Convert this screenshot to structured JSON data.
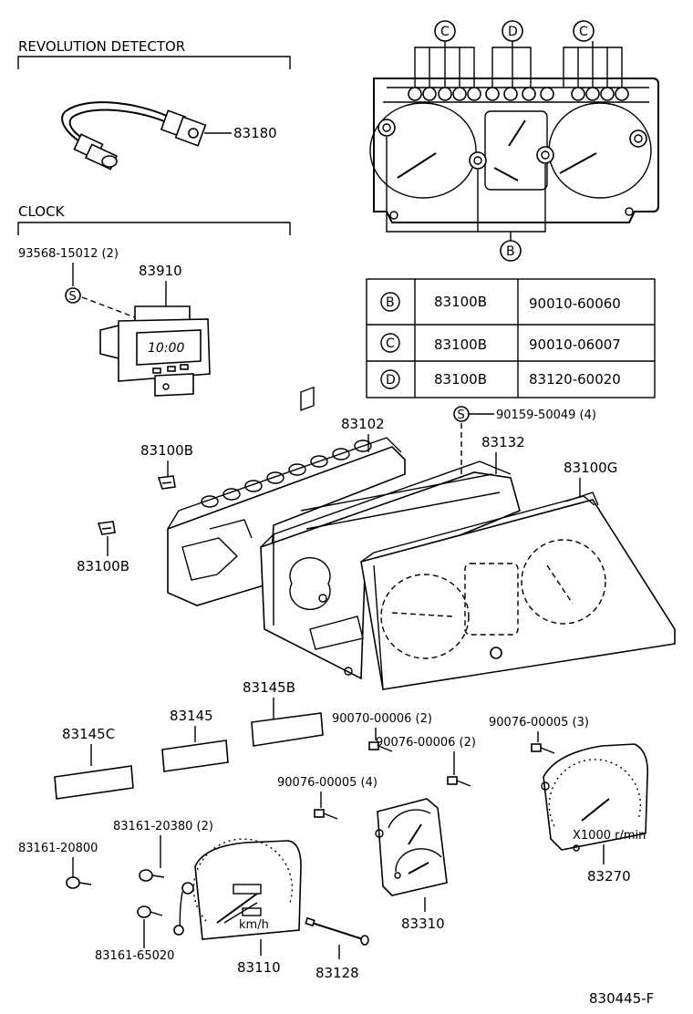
{
  "sections": {
    "revolution_detector": "REVOLUTION DETECTOR",
    "clock": "CLOCK"
  },
  "parts": {
    "p83180": "83180",
    "p93568": "93568-15012 (2)",
    "p83910": "83910",
    "clock_display": "10:00",
    "p83102": "83102",
    "p90159": "90159-50049 (4)",
    "p83132": "83132",
    "p83100B_a": "83100B",
    "p83100B_b": "83100B",
    "p83100G": "83100G",
    "p83145B": "83145B",
    "p83145": "83145",
    "p83145C": "83145C",
    "p90070": "90070-00006 (2)",
    "p90076_2": "90076-00006 (2)",
    "p90076_3": "90076-00005 (3)",
    "p90076_4": "90076-00005 (4)",
    "p83161_20380": "83161-20380 (2)",
    "p83161_20800": "83161-20800",
    "p83161_65020": "83161-65020",
    "p83110": "83110",
    "p83128": "83128",
    "p83310": "83310",
    "p83270": "83270",
    "gauge_kmh": "km/h",
    "gauge_x1000": "X1000 r/min"
  },
  "callouts": {
    "b": "B",
    "c": "C",
    "d": "D",
    "s": "S"
  },
  "table": {
    "rows": [
      {
        "key": "B",
        "part": "83100B",
        "number": "90010-60060"
      },
      {
        "key": "C",
        "part": "83100B",
        "number": "90010-06007"
      },
      {
        "key": "D",
        "part": "83100B",
        "number": "83120-60020"
      }
    ]
  },
  "figure_code": "830445-F"
}
